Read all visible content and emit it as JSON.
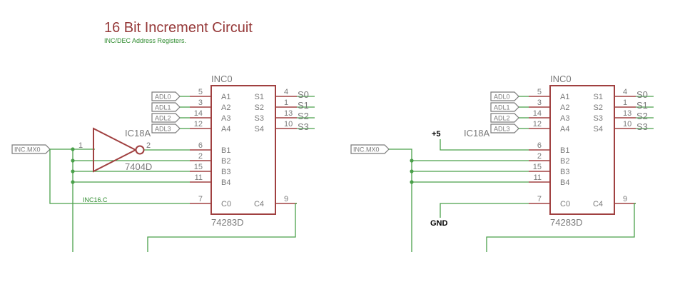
{
  "title": "16 Bit Increment Circuit",
  "subtitle": "INC/DEC Address Registers.",
  "left": {
    "ic_name": "INC0",
    "ic_part": "74283D",
    "left_pins": [
      {
        "num": "5",
        "label": "A1"
      },
      {
        "num": "3",
        "label": "A2"
      },
      {
        "num": "14",
        "label": "A3"
      },
      {
        "num": "12",
        "label": "A4"
      },
      {
        "num": "6",
        "label": "B1"
      },
      {
        "num": "2",
        "label": "B2"
      },
      {
        "num": "15",
        "label": "B3"
      },
      {
        "num": "11",
        "label": "B4"
      },
      {
        "num": "7",
        "label": "C0"
      }
    ],
    "right_pins": [
      {
        "num": "4",
        "label": "S1",
        "net": "S0"
      },
      {
        "num": "1",
        "label": "S2",
        "net": "S1"
      },
      {
        "num": "13",
        "label": "S3",
        "net": "S2"
      },
      {
        "num": "10",
        "label": "S4",
        "net": "S3"
      },
      {
        "num": "9",
        "label": "C4",
        "net": ""
      }
    ],
    "flags": [
      "ADL0",
      "ADL1",
      "ADL2",
      "ADL3"
    ],
    "inc_flag": "INC.MX0",
    "inverter": {
      "name": "IC18A",
      "part": "7404D",
      "pin_in": "1",
      "pin_out": "2"
    },
    "carry_net": "INC16.C"
  },
  "right": {
    "ic_name": "INC0",
    "ic_part": "74283D",
    "left_pins": [
      {
        "num": "5",
        "label": "A1"
      },
      {
        "num": "3",
        "label": "A2"
      },
      {
        "num": "14",
        "label": "A3"
      },
      {
        "num": "12",
        "label": "A4"
      },
      {
        "num": "6",
        "label": "B1"
      },
      {
        "num": "2",
        "label": "B2"
      },
      {
        "num": "15",
        "label": "B3"
      },
      {
        "num": "11",
        "label": "B4"
      },
      {
        "num": "7",
        "label": "C0"
      }
    ],
    "right_pins": [
      {
        "num": "4",
        "label": "S1",
        "net": "S0"
      },
      {
        "num": "1",
        "label": "S2",
        "net": "S1"
      },
      {
        "num": "13",
        "label": "S3",
        "net": "S2"
      },
      {
        "num": "10",
        "label": "S4",
        "net": "S3"
      },
      {
        "num": "9",
        "label": "C4",
        "net": ""
      }
    ],
    "flags": [
      "ADL0",
      "ADL1",
      "ADL2",
      "ADL3"
    ],
    "inc_flag": "INC.MX0",
    "ghost_label": "IC18A",
    "vcc": "+5",
    "gnd": "GND"
  }
}
